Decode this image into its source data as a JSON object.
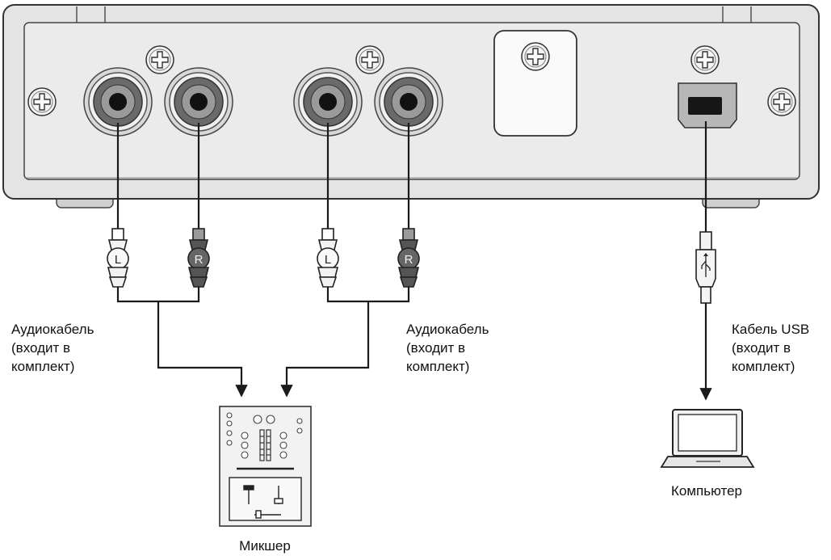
{
  "labels": {
    "audio_cable_left": [
      "Аудиокабель",
      "(входит в",
      "комплект)"
    ],
    "audio_cable_right": [
      "Аудиокабель",
      "(входит в",
      "комплект)"
    ],
    "usb_cable": [
      "Кабель USB",
      "(входит в",
      "комплект)"
    ],
    "mixer": "Микшер",
    "computer": "Компьютер",
    "plug_left": "L",
    "plug_right": "R"
  },
  "colors": {
    "line": "#1a1a1a",
    "panel_fill": "#e6e6e6",
    "panel_inner": "#ececec",
    "plug_white": "#f2f2f2",
    "plug_dark": "#555555"
  },
  "icons": [
    "screw-icon",
    "rca-jack-icon",
    "usb-b-port-icon",
    "rca-plug-icon",
    "usb-plug-icon",
    "mixer-icon",
    "laptop-icon"
  ]
}
